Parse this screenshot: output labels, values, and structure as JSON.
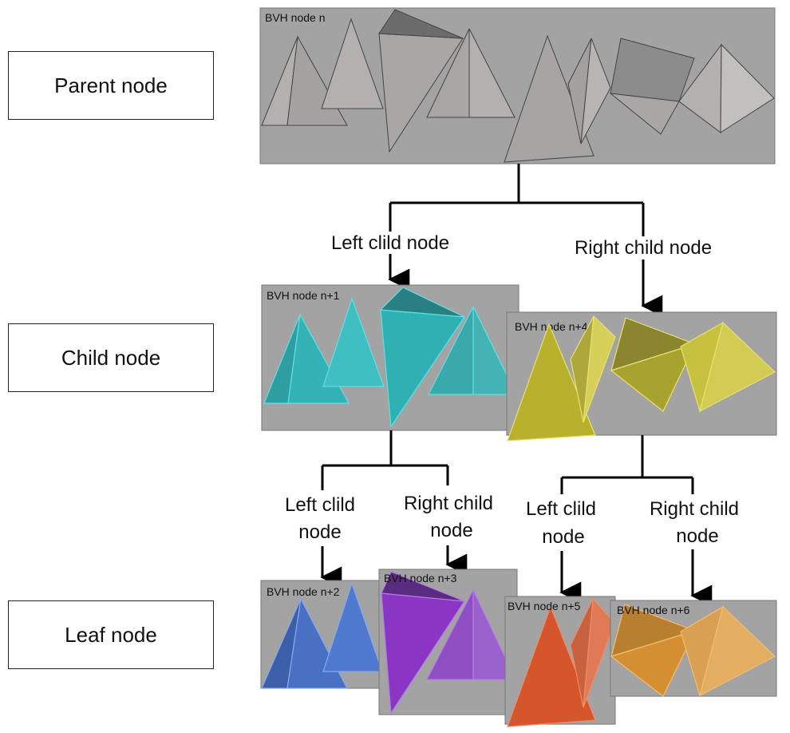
{
  "levels": {
    "parent": "Parent  node",
    "child": "Child node",
    "leaf": "Leaf node"
  },
  "nodes": {
    "n": "BVH node n",
    "n1": "BVH node n+1",
    "n2": "BVH node n+2",
    "n3": "BVH node n+3",
    "n4": "BVH node n+4",
    "n5": "BVH node n+5",
    "n6": "BVH node n+6"
  },
  "branches": {
    "left_top": "Left clild node",
    "right_top": "Right child node",
    "left_a_1": "Left clild",
    "left_a_2": "node",
    "right_a_1": "Right child",
    "right_a_2": "node",
    "left_b_1": "Left clild",
    "left_b_2": "node",
    "right_b_1": "Right child",
    "right_b_2": "node"
  },
  "colors": {
    "box": "#a3a3a3",
    "gray": "#b4b0b0",
    "cyan": "#33b5b8",
    "yellow": "#c8c23a",
    "blue": "#4b74c8",
    "purple": "#8a3cc0",
    "red": "#d8582f",
    "orange": "#dc9a3e"
  }
}
